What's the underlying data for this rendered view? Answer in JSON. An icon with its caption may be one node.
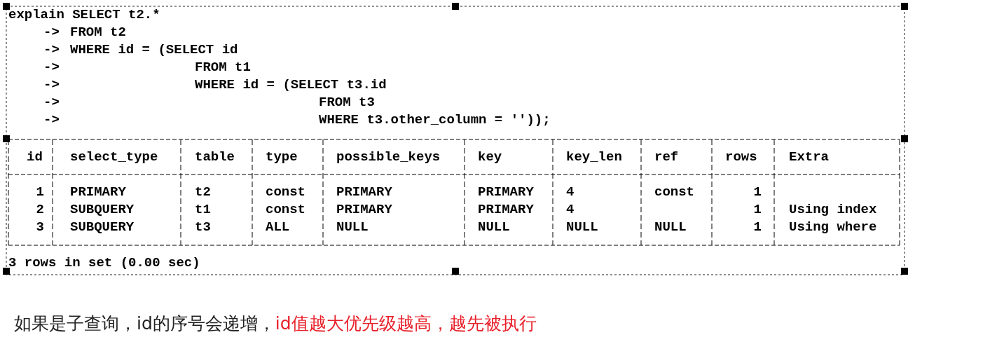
{
  "diagram": {
    "labels": [
      "explain SELECT t2.*",
      "->",
      "FROM t2",
      "->",
      "WHERE id = (SELECT id",
      "->",
      "FROM t1",
      "->",
      "WHERE id = (SELECT t3.id",
      "->",
      "FROM t3",
      "->",
      "WHERE t3.other_column = ''));",
      "id",
      "select_type",
      "table",
      "type",
      "possible_keys",
      "key",
      "key_len",
      "ref",
      "rows",
      "Extra",
      "1",
      "PRIMARY",
      "t2",
      "const",
      "PRIMARY",
      "PRIMARY",
      "4",
      "const",
      "1",
      "2",
      "SUBQUERY",
      "t1",
      "const",
      "PRIMARY",
      "PRIMARY",
      "4",
      "1",
      "Using index",
      "3",
      "SUBQUERY",
      "t3",
      "ALL",
      "NULL",
      "NULL",
      "NULL",
      "NULL",
      "1",
      "Using where",
      "3 rows in set (0.00 sec)",
      "如果是子查询，id的序号会递增，",
      "id值越大优先级越高，越先被执行"
    ]
  }
}
